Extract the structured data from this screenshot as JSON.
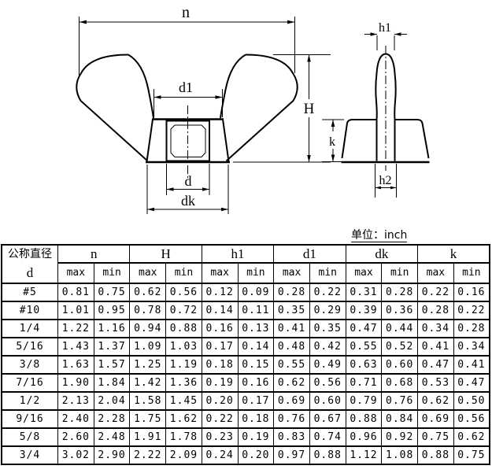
{
  "unit_note": "单位：inch",
  "diagram": {
    "front": {
      "n": "n",
      "d1": "d1",
      "H": "H",
      "d": "d",
      "dk": "dk"
    },
    "side": {
      "h1": "h1",
      "k": "k",
      "h2": "h2"
    }
  },
  "table": {
    "corner": {
      "line1": "公称直径",
      "line2": "d"
    },
    "groups": [
      "n",
      "H",
      "h1",
      "d1",
      "dk",
      "k"
    ],
    "subheaders": [
      "max",
      "min"
    ],
    "rows": [
      {
        "d": "#5",
        "values": [
          "0.81",
          "0.75",
          "0.62",
          "0.56",
          "0.12",
          "0.09",
          "0.28",
          "0.22",
          "0.31",
          "0.28",
          "0.22",
          "0.16"
        ]
      },
      {
        "d": "#10",
        "values": [
          "1.01",
          "0.95",
          "0.78",
          "0.72",
          "0.14",
          "0.11",
          "0.35",
          "0.29",
          "0.39",
          "0.36",
          "0.28",
          "0.22"
        ]
      },
      {
        "d": "1/4",
        "values": [
          "1.22",
          "1.16",
          "0.94",
          "0.88",
          "0.16",
          "0.13",
          "0.41",
          "0.35",
          "0.47",
          "0.44",
          "0.34",
          "0.28"
        ]
      },
      {
        "d": "5/16",
        "values": [
          "1.43",
          "1.37",
          "1.09",
          "1.03",
          "0.17",
          "0.14",
          "0.48",
          "0.42",
          "0.55",
          "0.52",
          "0.41",
          "0.34"
        ]
      },
      {
        "d": "3/8",
        "values": [
          "1.63",
          "1.57",
          "1.25",
          "1.19",
          "0.18",
          "0.15",
          "0.55",
          "0.49",
          "0.63",
          "0.60",
          "0.47",
          "0.41"
        ]
      },
      {
        "d": "7/16",
        "values": [
          "1.90",
          "1.84",
          "1.42",
          "1.36",
          "0.19",
          "0.16",
          "0.62",
          "0.56",
          "0.71",
          "0.68",
          "0.53",
          "0.47"
        ]
      },
      {
        "d": "1/2",
        "values": [
          "2.13",
          "2.04",
          "1.58",
          "1.45",
          "0.20",
          "0.17",
          "0.69",
          "0.60",
          "0.79",
          "0.76",
          "0.62",
          "0.50"
        ]
      },
      {
        "d": "9/16",
        "values": [
          "2.40",
          "2.28",
          "1.75",
          "1.62",
          "0.22",
          "0.18",
          "0.76",
          "0.67",
          "0.88",
          "0.84",
          "0.69",
          "0.56"
        ]
      },
      {
        "d": "5/8",
        "values": [
          "2.60",
          "2.48",
          "1.91",
          "1.78",
          "0.23",
          "0.19",
          "0.83",
          "0.74",
          "0.96",
          "0.92",
          "0.75",
          "0.62"
        ]
      },
      {
        "d": "3/4",
        "values": [
          "3.02",
          "2.90",
          "2.22",
          "2.09",
          "0.24",
          "0.20",
          "0.97",
          "0.88",
          "1.12",
          "1.08",
          "0.88",
          "0.75"
        ]
      }
    ]
  }
}
